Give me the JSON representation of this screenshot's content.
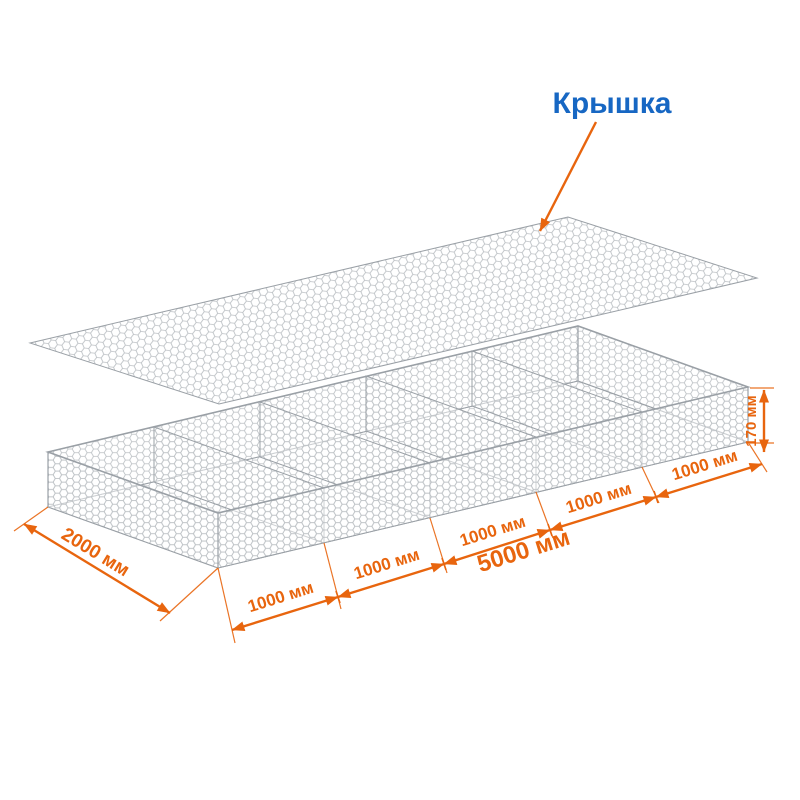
{
  "lid_callout": {
    "label": "Крышка"
  },
  "dimensions": {
    "width_label": "2000 мм",
    "length_total_label": "5000 мм",
    "height_label": "170 мм",
    "segment_labels": [
      "1000 мм",
      "1000 мм",
      "1000 мм",
      "1000 мм",
      "1000 мм"
    ]
  },
  "colors": {
    "dimension_orange": "#e8650e",
    "callout_blue": "#1767c3",
    "mesh_gray": "#b9bec2",
    "edge_gray": "#9aa0a6"
  }
}
